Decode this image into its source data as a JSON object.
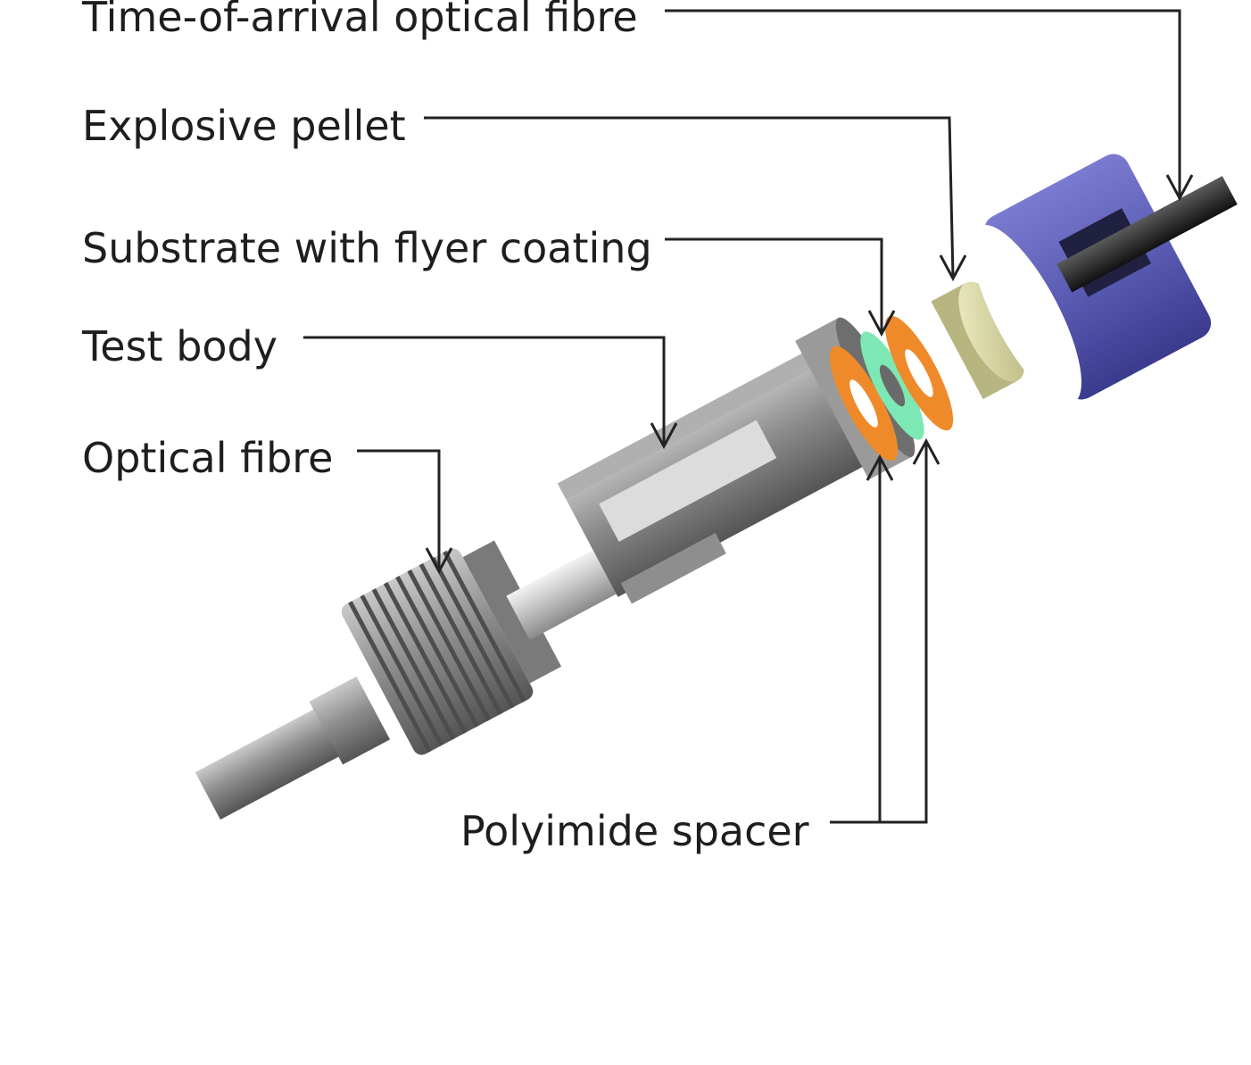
{
  "labels": {
    "time_of_arrival_fibre": "Time-of-arrival optical fibre",
    "explosive_pellet": "Explosive pellet",
    "substrate_flyer": "Substrate with flyer coating",
    "test_body": "Test body",
    "optical_fibre": "Optical fibre",
    "polyimide_spacer": "Polyimide spacer"
  },
  "colors": {
    "text": "#1e1e1e",
    "leader": "#222222",
    "cap_blue": "#5b5cb4",
    "pellet_yellow": "#dcdba4",
    "spacer_orange": "#ef8a2a",
    "substrate_green": "#7ee8b4",
    "metal_grey": "#8a8a8a",
    "fibre_black": "#2a2a2a"
  }
}
